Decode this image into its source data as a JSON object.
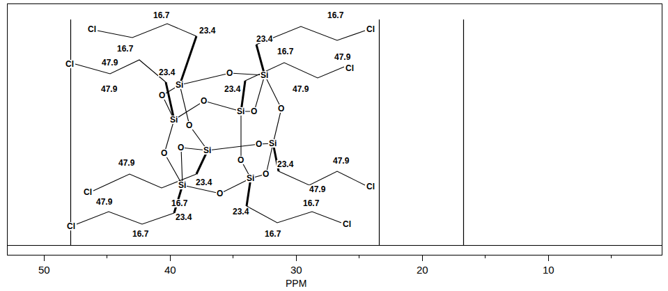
{
  "diagram": {
    "labels": [
      "50",
      "40",
      "30",
      "20",
      "10",
      "PPM",
      "16.7",
      "Cl",
      "23.4",
      "16.7",
      "47.9",
      "Cl",
      "23.4",
      "47.9",
      "16.7",
      "Cl",
      "23.4",
      "16.7",
      "47.9",
      "Cl",
      "47.9",
      "23.4",
      "Si",
      "Si",
      "Si",
      "Si",
      "Si",
      "Si",
      "Si",
      "Si",
      "O",
      "O",
      "O",
      "O",
      "O",
      "O",
      "O",
      "O",
      "O",
      "O",
      "O",
      "O",
      "47.9",
      "Cl",
      "47.9",
      "23.4",
      "16.7",
      "23.4",
      "Cl",
      "16.7",
      "47.9",
      "Cl",
      "23.4",
      "16.7",
      "47.9",
      "23.4",
      "Cl",
      "16.7"
    ]
  }
}
